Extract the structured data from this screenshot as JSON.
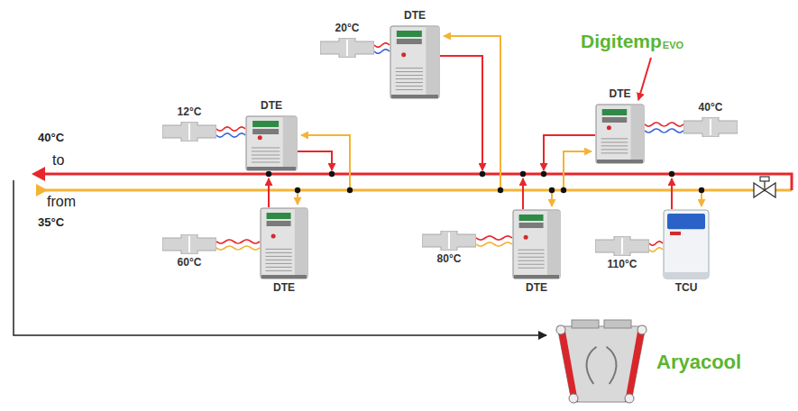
{
  "diagram": {
    "nodes": [
      {
        "text": [
          "20°C"
        ]
      },
      {
        "text": [
          "DTE"
        ]
      },
      {
        "text": [
          "12°C"
        ]
      },
      {
        "text": [
          "DTE"
        ]
      },
      {
        "text": [
          "DTE"
        ]
      },
      {
        "text": [
          "40°C"
        ]
      },
      {
        "text": [
          "DTE"
        ]
      },
      {
        "text": [
          "60°C"
        ]
      },
      {
        "text": [
          "80°C"
        ]
      },
      {
        "text": [
          "DTE"
        ]
      },
      {
        "text": [
          "110°C"
        ]
      },
      {
        "text": [
          "TCU"
        ]
      },
      {
        "text": [
          "Aryacool"
        ]
      }
    ],
    "edges": [
      {
        "from": 0,
        "to": 1,
        "arrow": "none"
      },
      {
        "from": 2,
        "to": 3,
        "arrow": "none"
      },
      {
        "from": 5,
        "to": 4,
        "arrow": "none"
      },
      {
        "from": 7,
        "to": 6,
        "arrow": "none"
      },
      {
        "from": 8,
        "to": 9,
        "arrow": "none"
      },
      {
        "from": 10,
        "to": 11,
        "arrow": "none"
      }
    ],
    "labels": [
      "40°C",
      "to",
      "from",
      "35°C",
      "Digitemp",
      "EVO"
    ]
  }
}
